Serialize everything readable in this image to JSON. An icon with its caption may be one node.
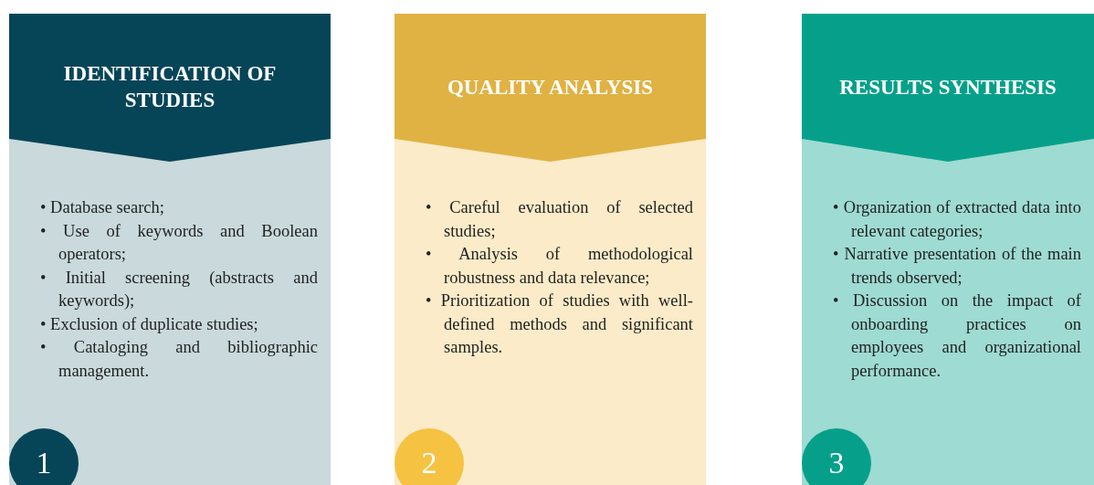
{
  "diagram": {
    "nodes": [
      {
        "text": [
          "• Database search;",
          "• Use of keywords and Boolean operators;",
          "• Initial screening (abstracts and keywords);",
          "• Exclusion of duplicate studies;",
          "• Cataloging and bibliographic management."
        ]
      },
      {
        "text": [
          "IDENTIFICATION OF STUDIES"
        ],
        "in": 0
      },
      {
        "text": [
          "1"
        ],
        "in": 0
      },
      {
        "text": [
          "• Careful evaluation of selected studies;",
          "• Analysis of methodological robustness and data relevance;",
          "• Prioritization of studies with well-defined methods and significant samples."
        ]
      },
      {
        "text": [
          "QUALITY ANALYSIS"
        ],
        "in": 3
      },
      {
        "text": [
          "2"
        ],
        "in": 3
      },
      {
        "text": [
          "• Organization of extracted data into relevant categories;",
          "• Narrative presentation of the main trends observed;",
          "• Discussion on the impact of onboarding practices on employees and organizational performance."
        ]
      },
      {
        "text": [
          "RESULTS SYNTHESIS"
        ],
        "in": 6
      },
      {
        "text": [
          "3"
        ],
        "in": 6
      }
    ]
  }
}
